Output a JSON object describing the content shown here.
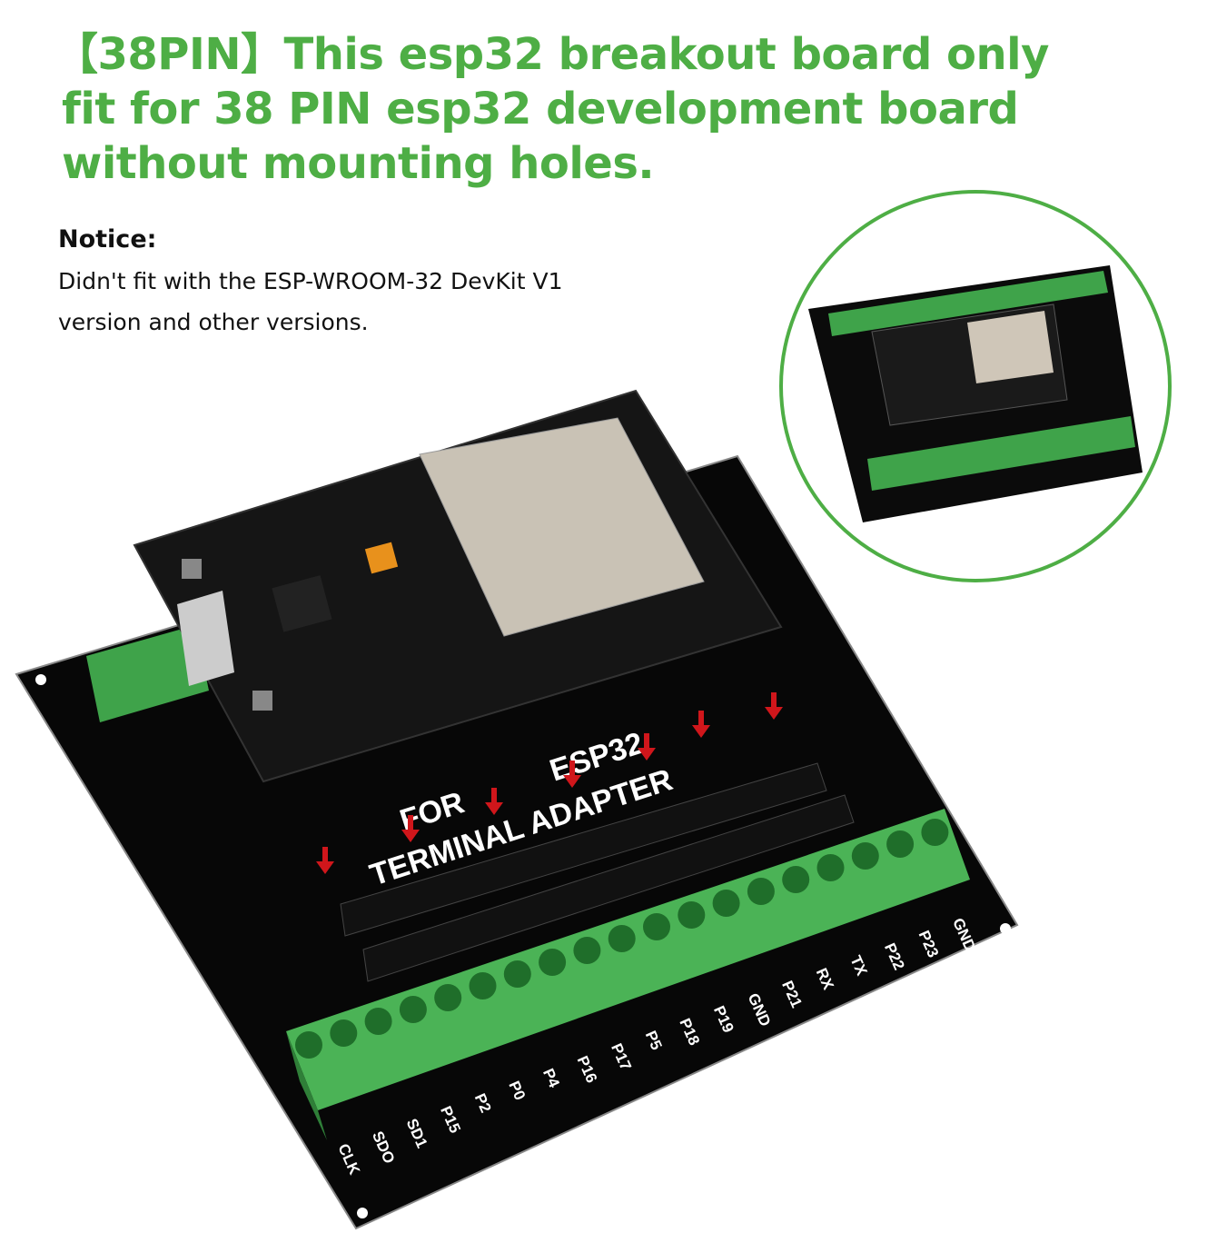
{
  "headline": {
    "line1": "【38PIN】This esp32 breakout board only",
    "line2": "fit for 38 PIN esp32 development board",
    "line3": "without mounting holes."
  },
  "notice": {
    "heading": "Notice:",
    "line1": "Didn't fit with the ESP-WROOM-32 DevKit V1",
    "line2": "version and other versions."
  },
  "board_silkscreen": {
    "for": "FOR",
    "esp32": "ESP32",
    "terminal_adapter": "TERMINAL ADAPTER"
  },
  "pin_labels": [
    "CLK",
    "SDO",
    "SD1",
    "P15",
    "P2",
    "P0",
    "P4",
    "P16",
    "P17",
    "P5",
    "P18",
    "P19",
    "GND",
    "P21",
    "RX",
    "TX",
    "P22",
    "P23",
    "GND"
  ],
  "colors": {
    "headline": "#4eae45",
    "terminal_green": "#3fa34a",
    "board": "#0a0a0a",
    "arrow": "#d0161b",
    "inset_ring": "#4eae45"
  }
}
